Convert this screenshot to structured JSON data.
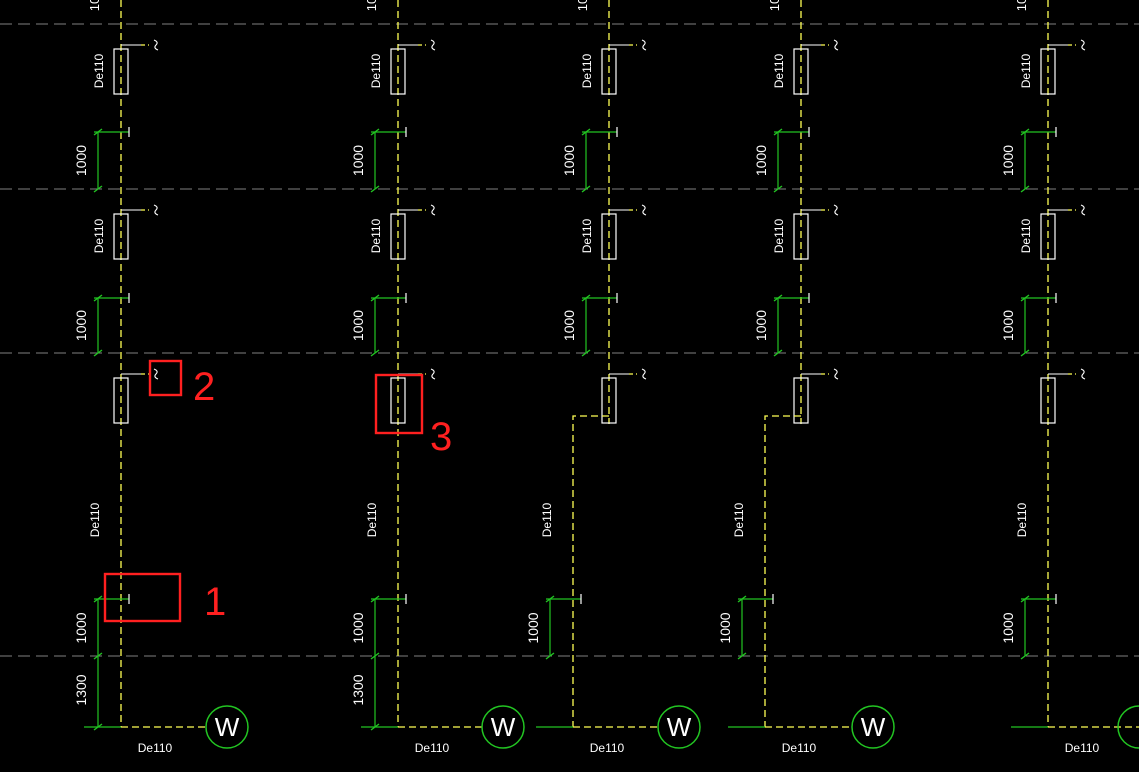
{
  "colors": {
    "background": "#000000",
    "pipe": "#ffff55",
    "floor_line": "#7f7f7f",
    "dimension": "#22c422",
    "fixture": "#ffffff",
    "annotation": "#ff2020",
    "well": "#22c422"
  },
  "labels": {
    "pipe_size": "De110",
    "dim_floor": "1000",
    "dim_bottom": "1300",
    "dim_top_cut": "10",
    "well_symbol": "W"
  },
  "stacks": [
    {
      "id": "stack-1",
      "has_branch": false,
      "has_bottom_dim": true,
      "well": true
    },
    {
      "id": "stack-2",
      "has_branch": false,
      "has_bottom_dim": true,
      "well": true
    },
    {
      "id": "stack-3",
      "has_branch": true,
      "has_bottom_dim": false,
      "well": true
    },
    {
      "id": "stack-4",
      "has_branch": true,
      "has_bottom_dim": false,
      "well": true
    },
    {
      "id": "stack-5",
      "has_branch": false,
      "has_bottom_dim": false,
      "well": true
    }
  ],
  "annotations": [
    {
      "id": "1",
      "text": "1"
    },
    {
      "id": "2",
      "text": "2"
    },
    {
      "id": "3",
      "text": "3"
    }
  ]
}
